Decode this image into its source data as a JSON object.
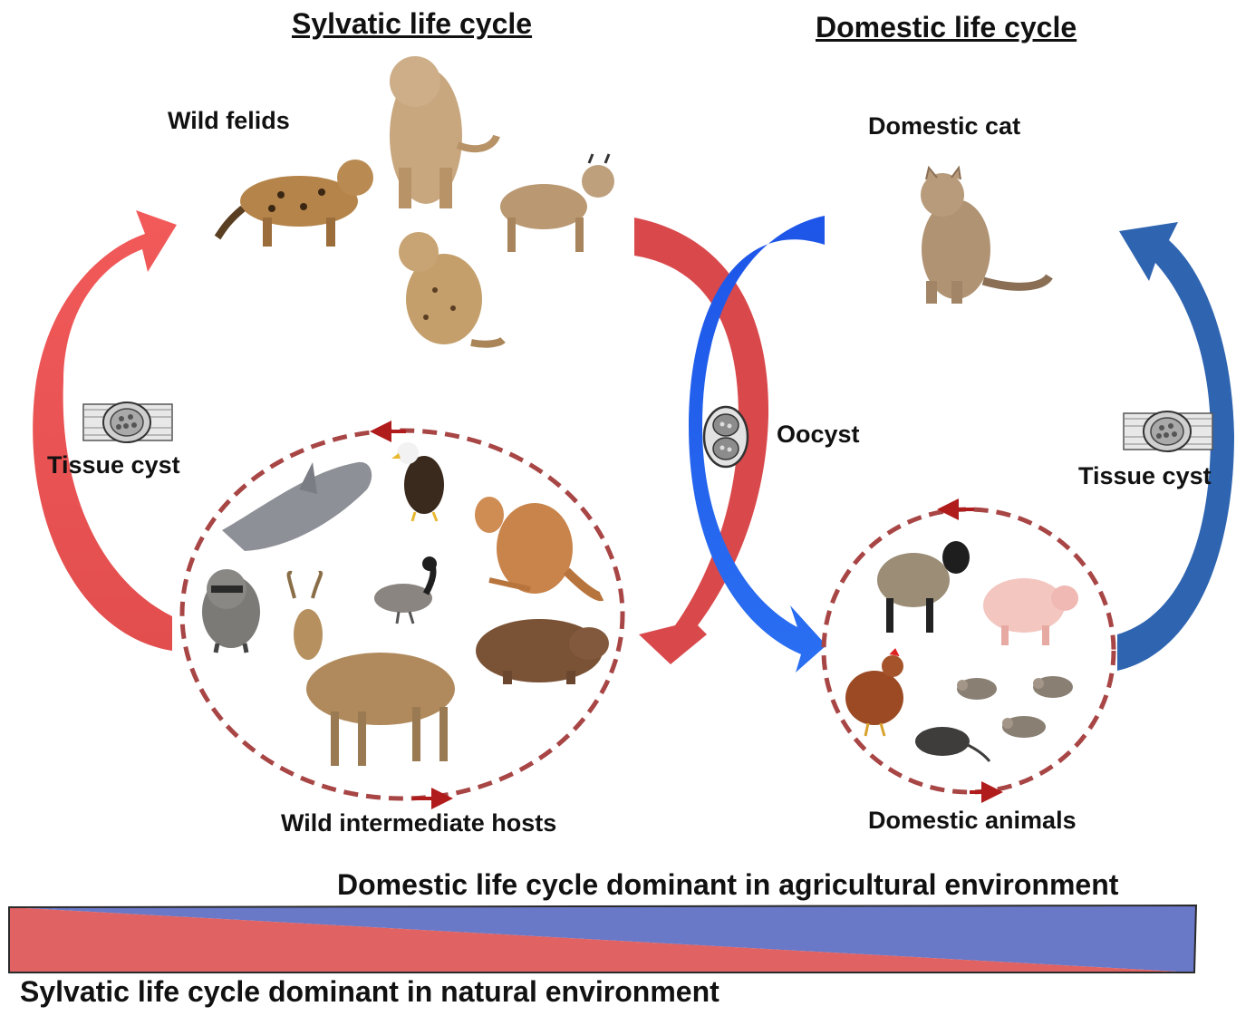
{
  "titles": {
    "sylvatic": "Sylvatic life cycle",
    "domestic": "Domestic life cycle"
  },
  "labels": {
    "wild_felids": "Wild felids",
    "domestic_cat": "Domestic cat",
    "tissue_cyst_left": "Tissue cyst",
    "tissue_cyst_right": "Tissue cyst",
    "oocyst": "Oocyst",
    "wild_intermediate_hosts": "Wild intermediate hosts",
    "domestic_animals": "Domestic animals"
  },
  "gradient_bar": {
    "top_caption": "Domestic life cycle dominant in agricultural environment",
    "bottom_caption": "Sylvatic life cycle dominant in natural environment"
  },
  "colors": {
    "sylvatic_red": "#f25a5a",
    "sylvatic_dark_red": "#c94444",
    "domestic_blue": "#2b63e0",
    "domestic_dark_blue": "#2f65b0",
    "dashed_circle": "#a84545",
    "bar_red": "#e06262",
    "bar_blue": "#6a78c8"
  },
  "animals": {
    "wild_felids": [
      "ocelot",
      "cougar",
      "lynx",
      "bobcat"
    ],
    "domestic_cat": [
      "cat"
    ],
    "wild_hosts": [
      "dolphin",
      "eagle",
      "kangaroo",
      "raccoon",
      "goose",
      "deer",
      "capybara"
    ],
    "domestic_hosts": [
      "sheep",
      "pig",
      "hen",
      "mouse",
      "mouse",
      "rat",
      "mouse"
    ]
  }
}
